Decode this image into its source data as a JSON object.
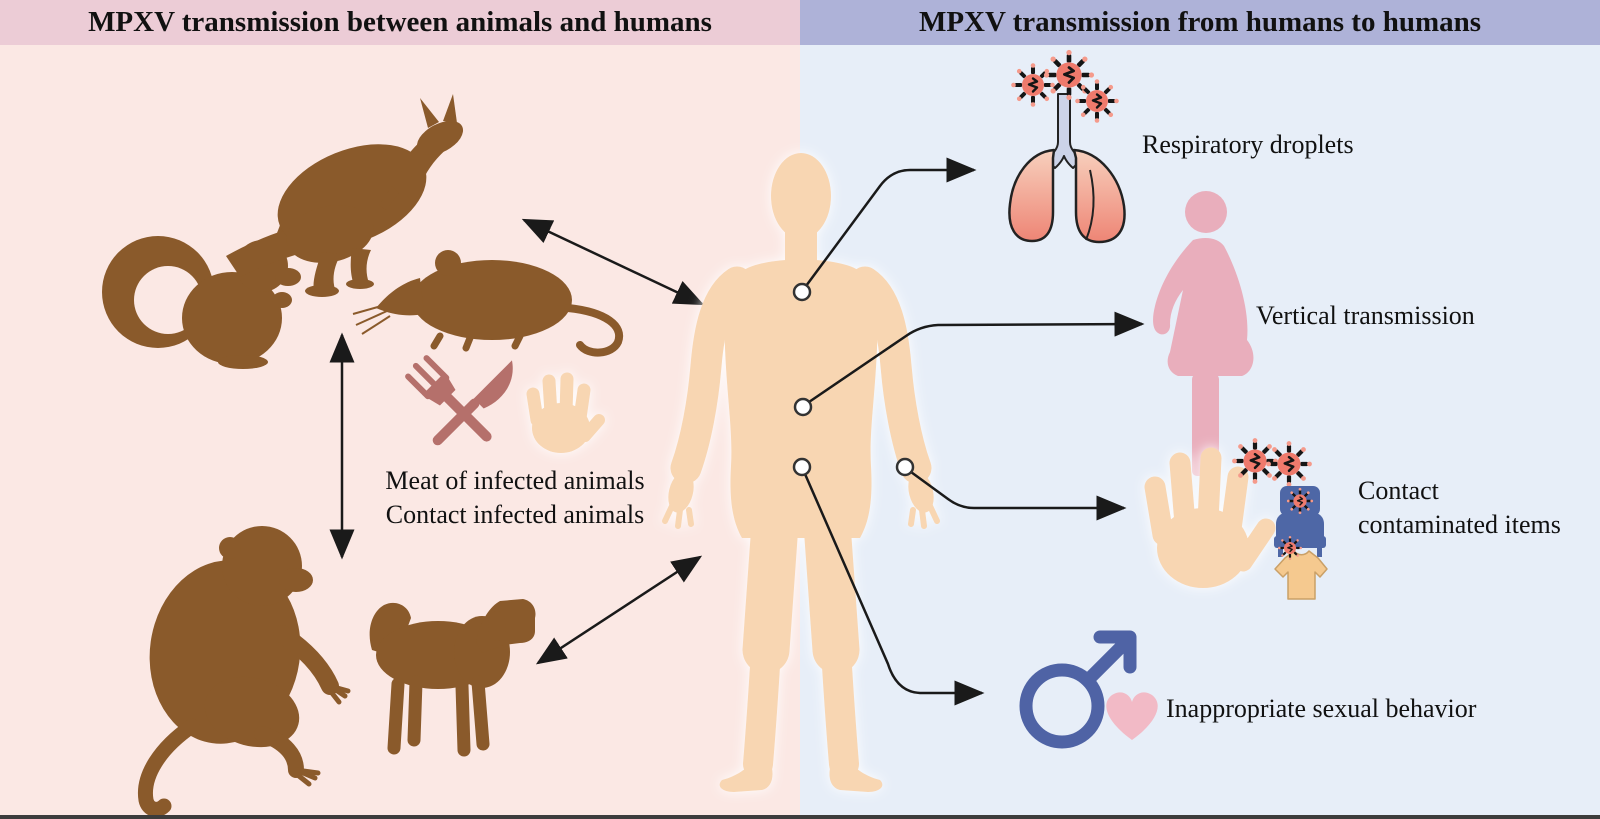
{
  "titles": {
    "left": "MPXV transmission between animals and humans",
    "right": "MPXV transmission from humans to humans"
  },
  "left_panel": {
    "caption_line1": "Meat of infected animals",
    "caption_line2": "Contact infected animals",
    "animal_icons": [
      "squirrel-icon",
      "kangaroo-icon",
      "rat-icon",
      "monkey-icon",
      "dog-icon"
    ],
    "other_icons": [
      "fork-knife-icon",
      "hand-icon"
    ]
  },
  "right_panel": {
    "respiratory_label": "Respiratory droplets",
    "vertical_label": "Vertical transmission",
    "contact_label_line1": "Contact",
    "contact_label_line2": "contaminated items",
    "sexual_label": "Inappropriate sexual behavior",
    "icons": [
      "lungs-icon",
      "virus-icon",
      "pregnant-woman-icon",
      "hand-icon",
      "bed-icon",
      "tshirt-icon",
      "male-symbol-icon",
      "heart-icon",
      "human-body-icon"
    ]
  },
  "colors": {
    "left_header_bg": "#ecccd6",
    "right_header_bg": "#aeb2d8",
    "left_bg": "#fbe8e4",
    "right_bg": "#e7eef8",
    "animal_brown": "#8a5a2b",
    "utensil_mauve": "#b5706b",
    "skin_peach": "#f8d6b2",
    "woman_pink": "#e9aebc",
    "lung_gradient_top": "#f7d0bd",
    "lung_gradient_bottom": "#ee8575",
    "virus_salmon": "#ef7a6c",
    "bed_blue": "#4e67a6",
    "shirt_tan": "#f5c98f",
    "male_blue": "#4f63a5",
    "heart_pink": "#f2bac6",
    "text": "#111111",
    "arrow": "#1a1a1a"
  }
}
